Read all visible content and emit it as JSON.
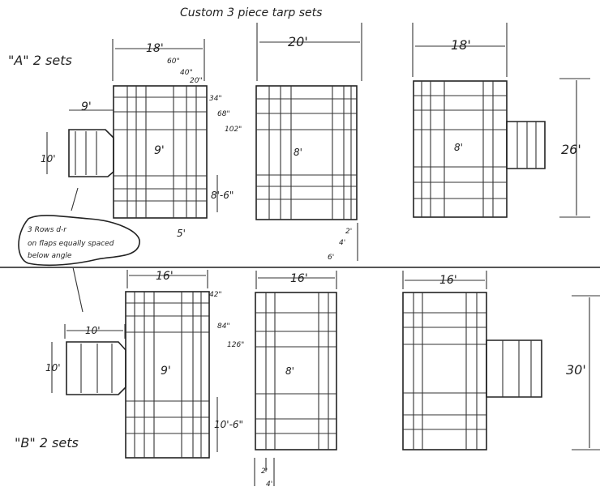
{
  "title": "Custom 3 piece tarp sets",
  "set_a": {
    "label": "\"A\" 2 sets",
    "panel1": {
      "width": "18'",
      "flap_offset": "9'",
      "flap_height": "10'",
      "center_height": "9'",
      "bottom": "8'-6\"",
      "bottom_width": "5'",
      "top_marks": [
        "60\"",
        "40\"",
        "20\""
      ],
      "side_marks": [
        "34\"",
        "68\"",
        "102\""
      ]
    },
    "panel2": {
      "width": "20'",
      "center": "8'",
      "bottom_marks": [
        "2'",
        "4'",
        "6'"
      ]
    },
    "panel3": {
      "width": "18'",
      "center": "8'",
      "height": "26'"
    }
  },
  "note": {
    "lines": [
      "3 Rows d-r",
      "on flaps equally spaced",
      "below angle"
    ]
  },
  "set_b": {
    "label": "\"B\" 2 sets",
    "panel1": {
      "width": "16'",
      "flap_width": "10'",
      "flap_height": "10'",
      "center_height": "9'",
      "bottom": "10'-6\"",
      "side_marks": [
        "42\"",
        "84\"",
        "126\""
      ]
    },
    "panel2": {
      "width": "16'",
      "center": "8'",
      "bottom_marks": [
        "2'",
        "4'"
      ]
    },
    "panel3": {
      "width": "16'",
      "height": "30'"
    }
  }
}
